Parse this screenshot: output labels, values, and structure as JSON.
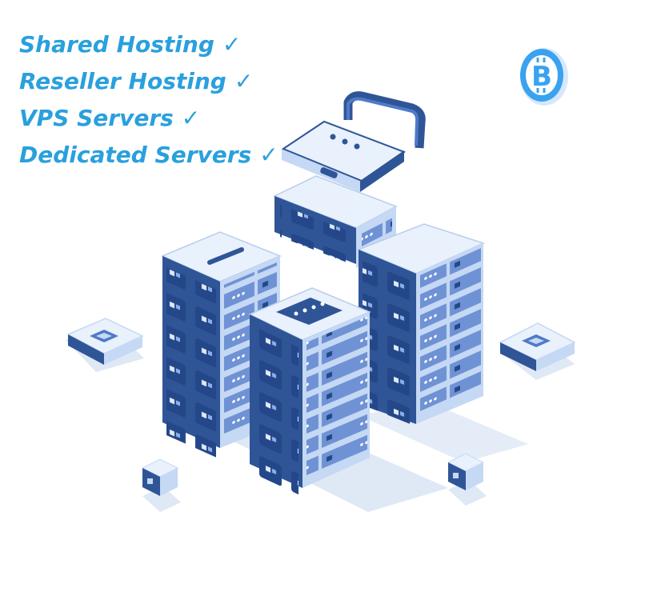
{
  "services": [
    {
      "label": "Shared Hosting",
      "check": "✓"
    },
    {
      "label": "Reseller Hosting",
      "check": "✓"
    },
    {
      "label": "VPS Servers",
      "check": "✓"
    },
    {
      "label": "Dedicated Servers",
      "check": "✓"
    }
  ],
  "coin": {
    "symbol": "B",
    "icon": "bitcoin-coin-icon"
  },
  "colors": {
    "text": "#2aa0dd",
    "dark_blue": "#2f5597",
    "mid_blue": "#4e7ac7",
    "light_blue": "#c5d8f4",
    "top_face": "#e9f1fc",
    "shadow": "#dde6f3",
    "coin_blue": "#3aa2f0"
  },
  "illustration": {
    "icon": "isometric-server-rack-illustration",
    "parts": [
      "lock-icon",
      "server-rack-icon",
      "chip-icon",
      "cube-icon"
    ]
  }
}
